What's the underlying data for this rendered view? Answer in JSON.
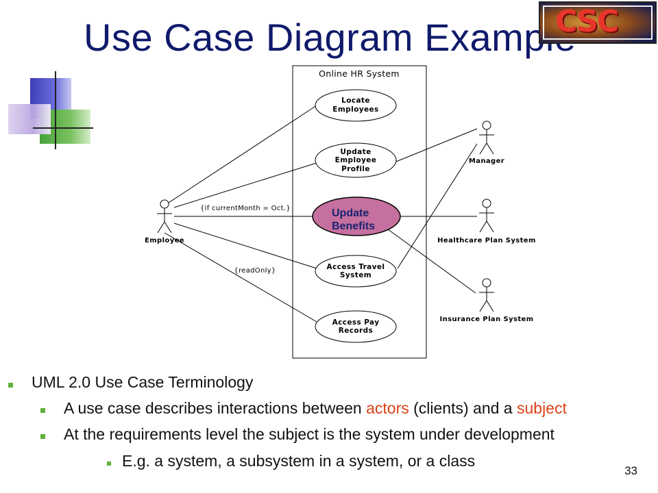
{
  "slide": {
    "title": "Use Case Diagram Example",
    "page_number": "33",
    "logo_text": "CSC"
  },
  "diagram": {
    "system_name": "Online HR System",
    "use_cases": [
      {
        "id": "uc1",
        "lines": [
          "Locate",
          "Employees"
        ],
        "highlight": false
      },
      {
        "id": "uc2",
        "lines": [
          "Update",
          "Employee",
          "Profile"
        ],
        "highlight": false
      },
      {
        "id": "uc3",
        "lines": [
          "Update",
          "Benefits"
        ],
        "highlight": true
      },
      {
        "id": "uc4",
        "lines": [
          "Access Travel",
          "System"
        ],
        "highlight": false
      },
      {
        "id": "uc5",
        "lines": [
          "Access Pay",
          "Records"
        ],
        "highlight": false
      }
    ],
    "actors": [
      {
        "id": "employee",
        "label": "Employee"
      },
      {
        "id": "manager",
        "label": "Manager"
      },
      {
        "id": "healthcare",
        "label": "Healthcare Plan System"
      },
      {
        "id": "insurance",
        "label": "Insurance Plan System"
      }
    ],
    "constraints": {
      "current_month": "{if currentMonth = Oct.}",
      "read_only": "{readOnly}"
    },
    "highlight_color": "#c5709e"
  },
  "bullets": {
    "b1": "UML 2.0 Use Case Terminology",
    "b2_pre": "A use case describes interactions between ",
    "b2_actors": "actors",
    "b2_mid": " (clients) and a ",
    "b2_subject": "subject",
    "b3": "At the requirements level the subject is the system under development",
    "b4": "E.g. a system, a subsystem in a system, or a class"
  },
  "colors": {
    "title": "#101a6b",
    "bullet_marker": "#5fb03d",
    "highlight_term": "#d94016"
  }
}
